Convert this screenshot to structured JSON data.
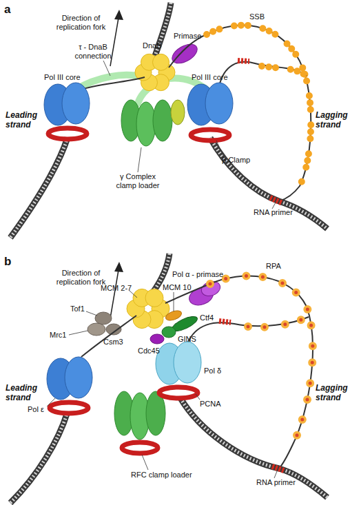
{
  "diagram": {
    "labels": [
      "a",
      "Direction of replication fork",
      "τ - DnaB connection",
      "DnaB",
      "Primase",
      "SSB",
      "Pol III core",
      "Pol III core",
      "Leading strand",
      "Lagging strand",
      "β Clamp",
      "γ Complex clamp loader",
      "RNA primer",
      "b",
      "Direction of replication fork",
      "MCM 2-7",
      "MCM 10",
      "Pol α - primase",
      "RPA",
      "Tof1",
      "Mrc1",
      "Csm3",
      "GINS",
      "Ctf4",
      "Cdc45",
      "Pol ε",
      "Pol δ",
      "Leading strand",
      "Lagging strand",
      "PCNA",
      "RFC clamp loader",
      "RNA primer"
    ]
  }
}
